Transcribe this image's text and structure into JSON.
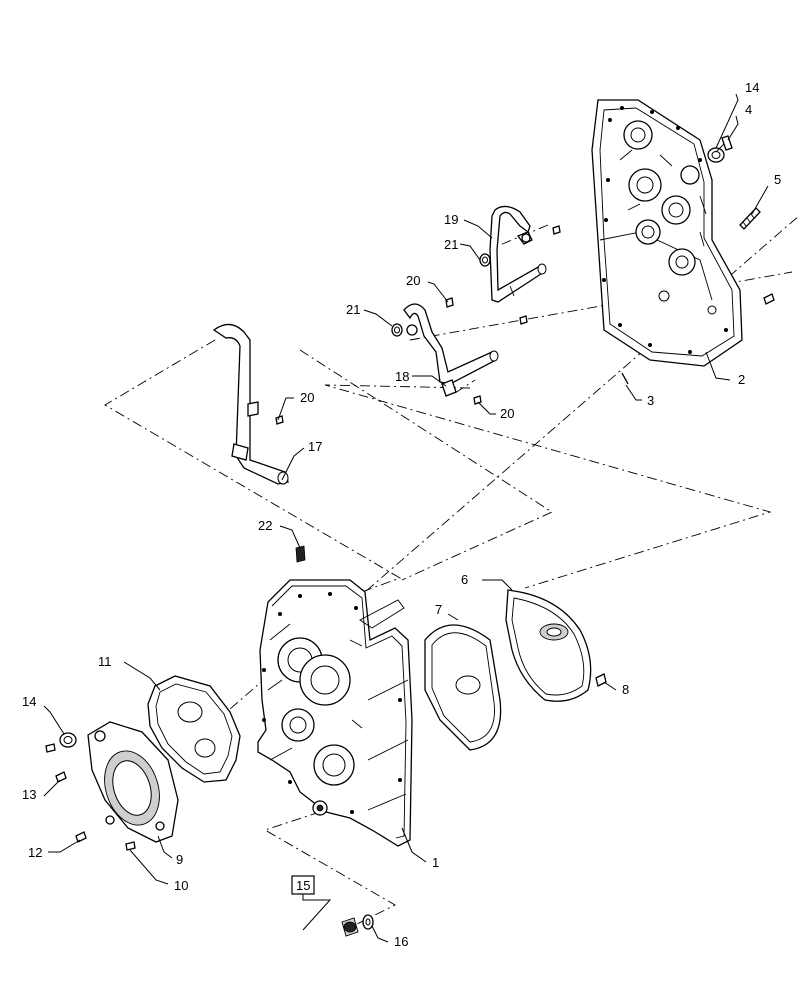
{
  "callouts": [
    {
      "id": "c1",
      "text": "1"
    },
    {
      "id": "c2",
      "text": "2"
    },
    {
      "id": "c3",
      "text": "3"
    },
    {
      "id": "c4",
      "text": "4"
    },
    {
      "id": "c5",
      "text": "5"
    },
    {
      "id": "c6",
      "text": "6"
    },
    {
      "id": "c7",
      "text": "7"
    },
    {
      "id": "c8",
      "text": "8"
    },
    {
      "id": "c9",
      "text": "9"
    },
    {
      "id": "c10",
      "text": "10"
    },
    {
      "id": "c11",
      "text": "11"
    },
    {
      "id": "c12",
      "text": "12"
    },
    {
      "id": "c13",
      "text": "13"
    },
    {
      "id": "c14a",
      "text": "14"
    },
    {
      "id": "c14b",
      "text": "14"
    },
    {
      "id": "c15",
      "text": "15"
    },
    {
      "id": "c16",
      "text": "16"
    },
    {
      "id": "c17",
      "text": "17"
    },
    {
      "id": "c18",
      "text": "18"
    },
    {
      "id": "c19",
      "text": "19"
    },
    {
      "id": "c20a",
      "text": "20"
    },
    {
      "id": "c20b",
      "text": "20"
    },
    {
      "id": "c20c",
      "text": "20"
    },
    {
      "id": "c21a",
      "text": "21"
    },
    {
      "id": "c21b",
      "text": "21"
    },
    {
      "id": "c22",
      "text": "22"
    }
  ]
}
